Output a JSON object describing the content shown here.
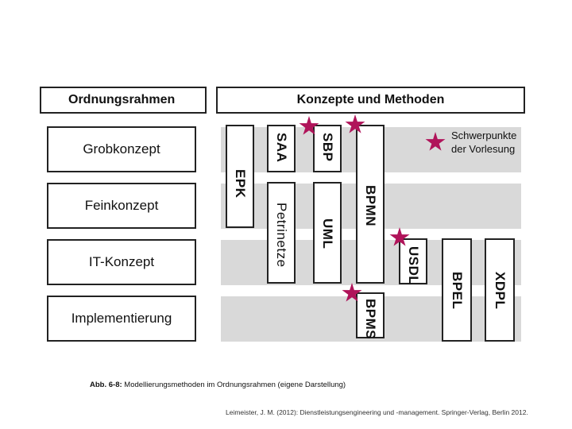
{
  "headers": {
    "left": "Ordnungsrahmen",
    "right": "Konzepte und Methoden"
  },
  "levels": [
    "Grobkonzept",
    "Feinkonzept",
    "IT-Konzept",
    "Implementierung"
  ],
  "methods": {
    "epk": "EPK",
    "saa": "SAA",
    "sbp": "SBP",
    "bpmn": "BPMN",
    "petrinetze": "Petrinetze",
    "uml": "UML",
    "usdl": "USDL",
    "bpel": "BPEL",
    "xdpl": "XDPL",
    "bpms": "BPMS"
  },
  "legend": {
    "line1": "Schwerpunkte",
    "line2": "der Vorlesung"
  },
  "accent_color": "#b0145a",
  "caption": {
    "label": "Abb. 6-8:",
    "text": " Modellierungsmethoden im Ordnungsrahmen (eigene Darstellung)"
  },
  "source": "Leimeister, J. M. (2012): Dienstleistungsengineering und -management. Springer-Verlag, Berlin 2012."
}
